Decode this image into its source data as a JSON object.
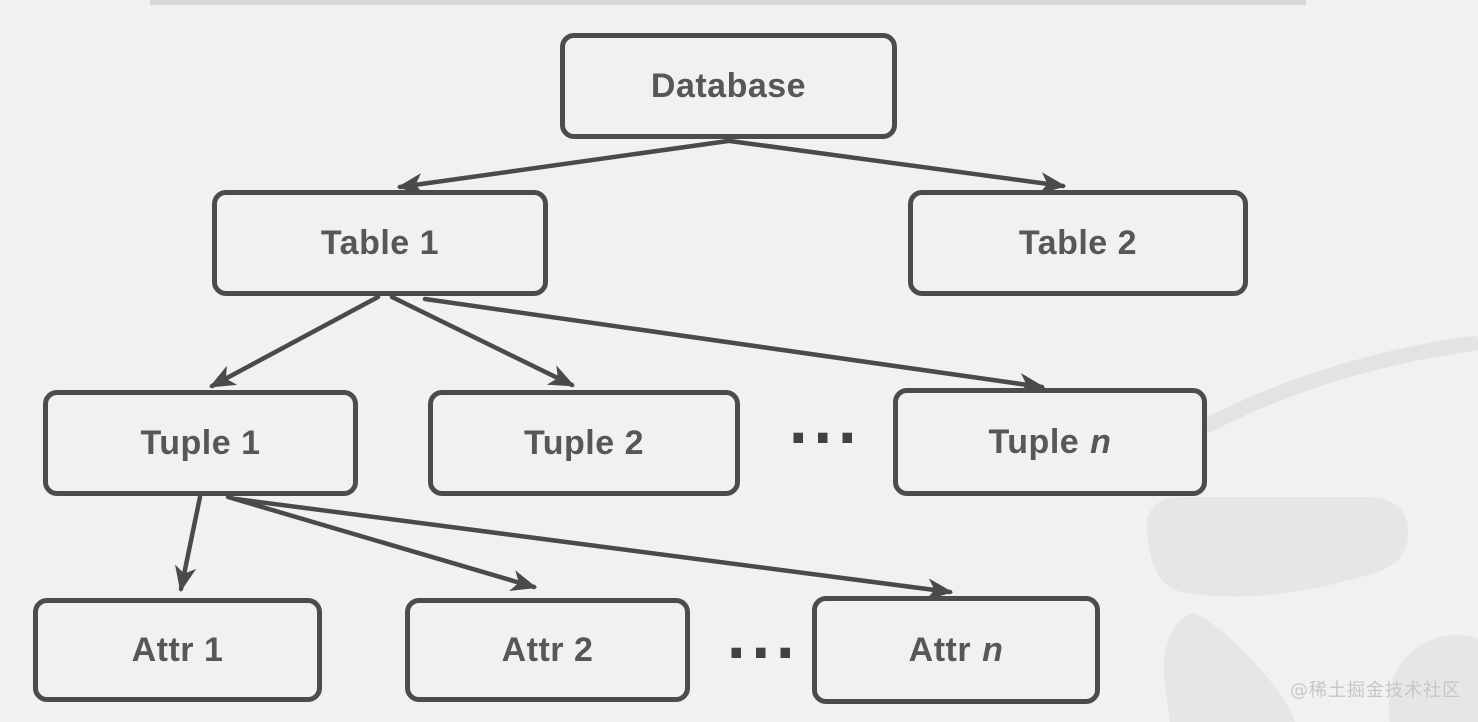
{
  "diagram": {
    "type": "tree",
    "description": "Database storage hierarchy",
    "nodes": {
      "database": {
        "label": "Database"
      },
      "table1": {
        "label": "Table 1"
      },
      "table2": {
        "label": "Table 2"
      },
      "tuple1": {
        "label": "Tuple 1"
      },
      "tuple2": {
        "label": "Tuple 2"
      },
      "tuple_n": {
        "label": "Tuple",
        "suffix": "n"
      },
      "attr1": {
        "label": "Attr 1"
      },
      "attr2": {
        "label": "Attr 2"
      },
      "attr_n": {
        "label": "Attr",
        "suffix": "n"
      }
    },
    "edges": [
      {
        "from": "database",
        "to": "table1"
      },
      {
        "from": "database",
        "to": "table2"
      },
      {
        "from": "table1",
        "to": "tuple1"
      },
      {
        "from": "table1",
        "to": "tuple2"
      },
      {
        "from": "table1",
        "to": "tuple_n"
      },
      {
        "from": "tuple1",
        "to": "attr1"
      },
      {
        "from": "tuple1",
        "to": "attr2"
      },
      {
        "from": "tuple1",
        "to": "attr_n"
      }
    ],
    "ellipsis": "..."
  },
  "watermark": {
    "text": "@稀土掘金技术社区"
  },
  "colors": {
    "background": "#f1f1f2",
    "node_fill": "#f1f1f1",
    "node_border": "#4c4c4c",
    "node_text": "#575757",
    "arrow": "#4a4a4a",
    "top_strip": "#d6d6d6",
    "watermark_shape": "#e6e6e6",
    "watermark_text": "#c6c6c6"
  }
}
